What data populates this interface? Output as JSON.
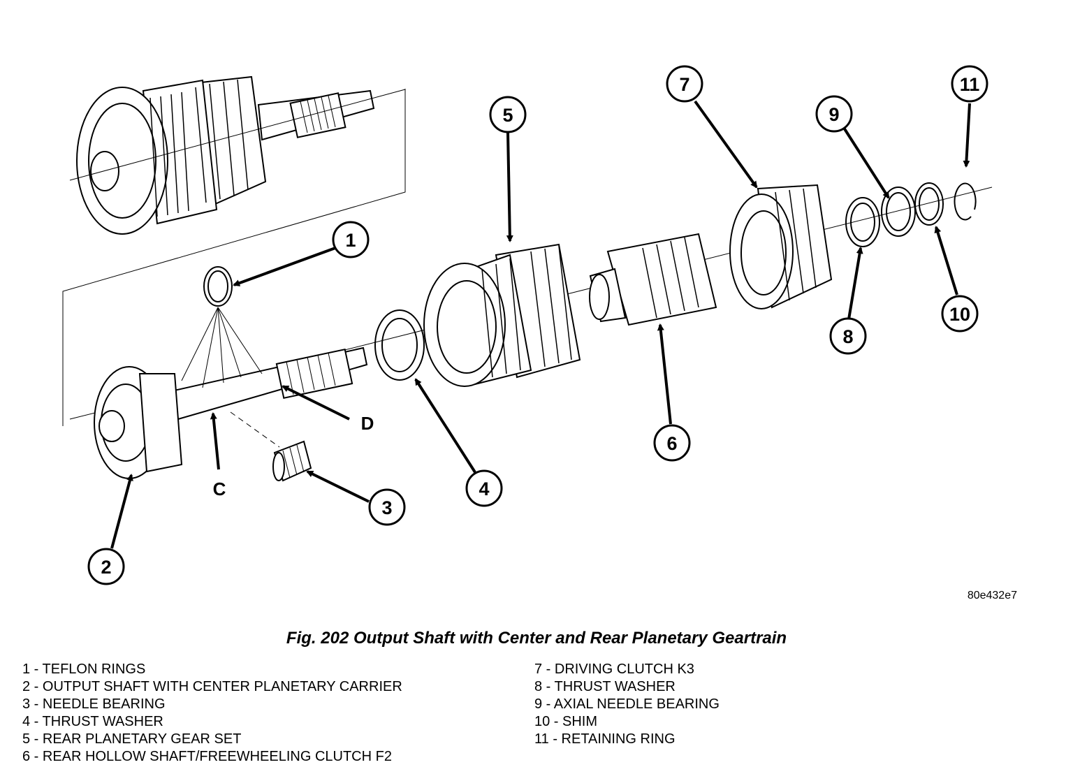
{
  "figure": {
    "caption": "Fig. 202 Output Shaft with Center and Rear Planetary Geartrain",
    "code": "80e432e7"
  },
  "callouts": [
    "1",
    "2",
    "3",
    "4",
    "5",
    "6",
    "7",
    "8",
    "9",
    "10",
    "11"
  ],
  "letters": {
    "c": "C",
    "d": "D"
  },
  "legend": {
    "left": [
      "1 - TEFLON RINGS",
      "2 - OUTPUT SHAFT WITH CENTER PLANETARY CARRIER",
      "3 - NEEDLE BEARING",
      "4 - THRUST WASHER",
      "5 - REAR PLANETARY GEAR SET",
      "6 - REAR HOLLOW SHAFT/FREEWHEELING CLUTCH F2"
    ],
    "right": [
      "7 - DRIVING CLUTCH K3",
      "8 - THRUST WASHER",
      "9 - AXIAL NEEDLE BEARING",
      "10 - SHIM",
      "11 - RETAINING RING"
    ]
  }
}
